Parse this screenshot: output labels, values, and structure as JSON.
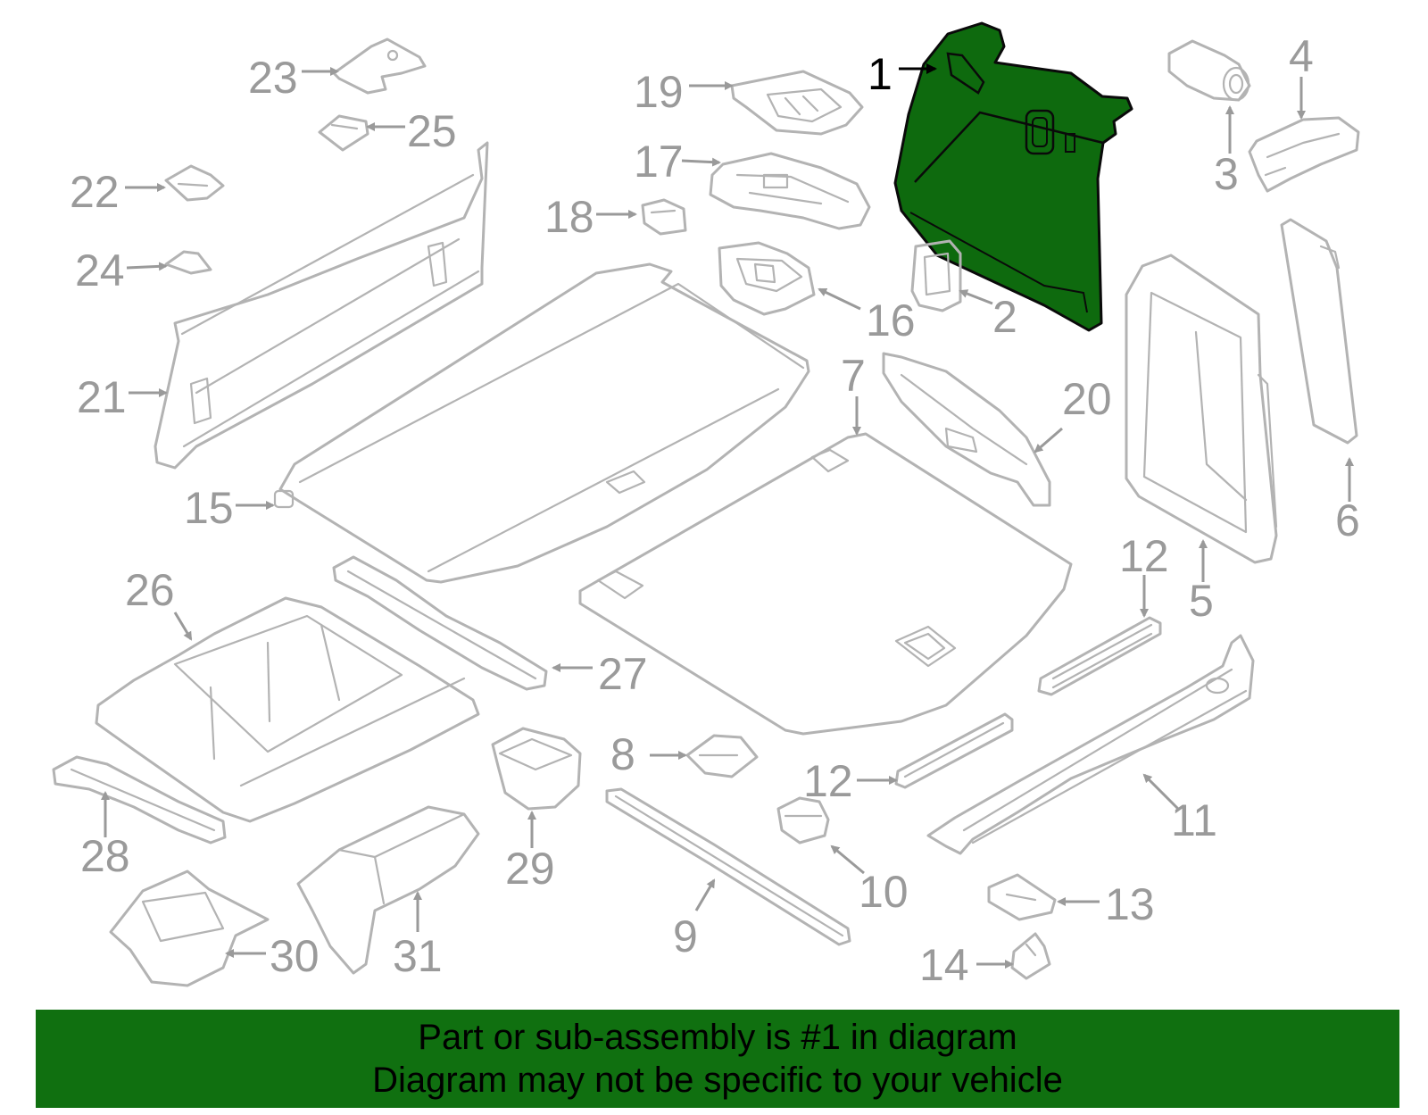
{
  "colors": {
    "highlight_fill": "#0e6a0e",
    "highlight_stroke": "#0a0a0a",
    "part_stroke": "#b3b3b3",
    "callout_text": "#9a9a9a",
    "highlight_callout": "#000000",
    "banner_bg": "#107010",
    "banner_text": "#000000"
  },
  "callouts": {
    "c1": "1",
    "c2": "2",
    "c3": "3",
    "c4": "4",
    "c5": "5",
    "c6": "6",
    "c7": "7",
    "c8": "8",
    "c9": "9",
    "c10": "10",
    "c11": "11",
    "c12a": "12",
    "c12b": "12",
    "c13": "13",
    "c14": "14",
    "c15": "15",
    "c16": "16",
    "c17": "17",
    "c18": "18",
    "c19": "19",
    "c20": "20",
    "c21": "21",
    "c22": "22",
    "c23": "23",
    "c24": "24",
    "c25": "25",
    "c26": "26",
    "c27": "27",
    "c28": "28",
    "c29": "29",
    "c30": "30",
    "c31": "31"
  },
  "highlighted_part": "1",
  "banner": {
    "line1": "Part or sub-assembly is #1 in diagram",
    "line2": "Diagram may not be specific to your vehicle"
  }
}
